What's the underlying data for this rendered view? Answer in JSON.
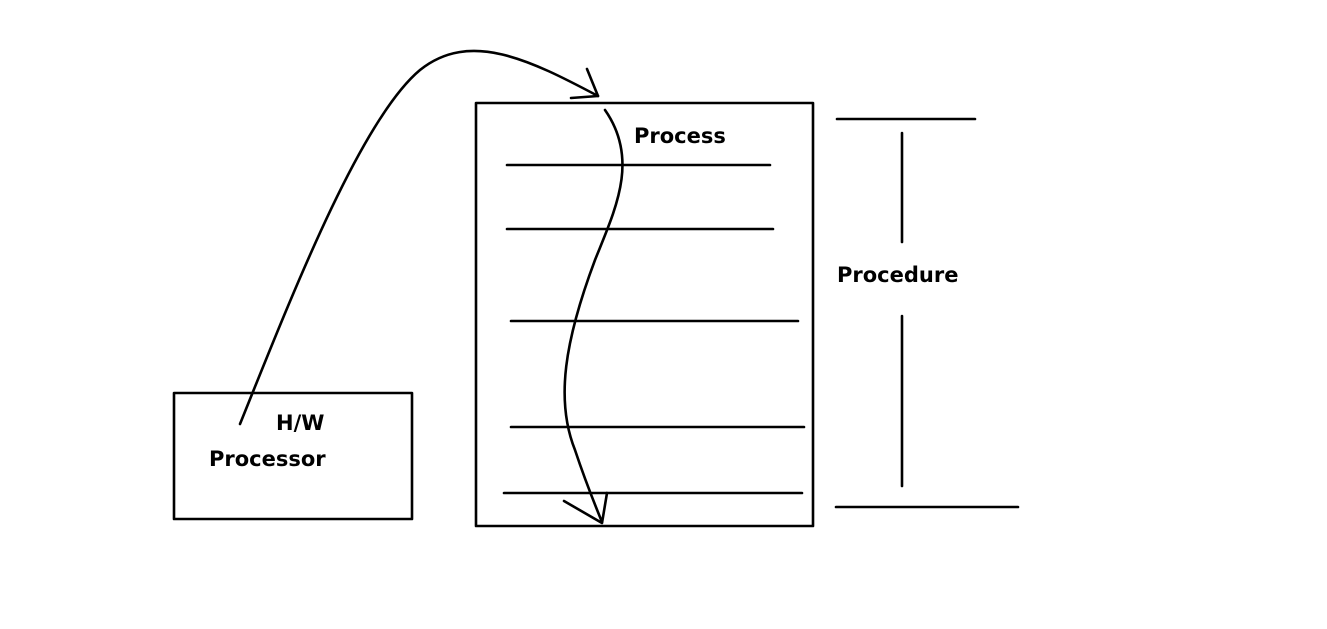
{
  "processor_box": {
    "line1": "H/W",
    "line2": "Processor"
  },
  "process_box": {
    "title": "Process",
    "step_count": 5
  },
  "procedure": {
    "label": "Procedure"
  },
  "colors": {
    "ink": "#000000",
    "background": "#ffffff"
  }
}
